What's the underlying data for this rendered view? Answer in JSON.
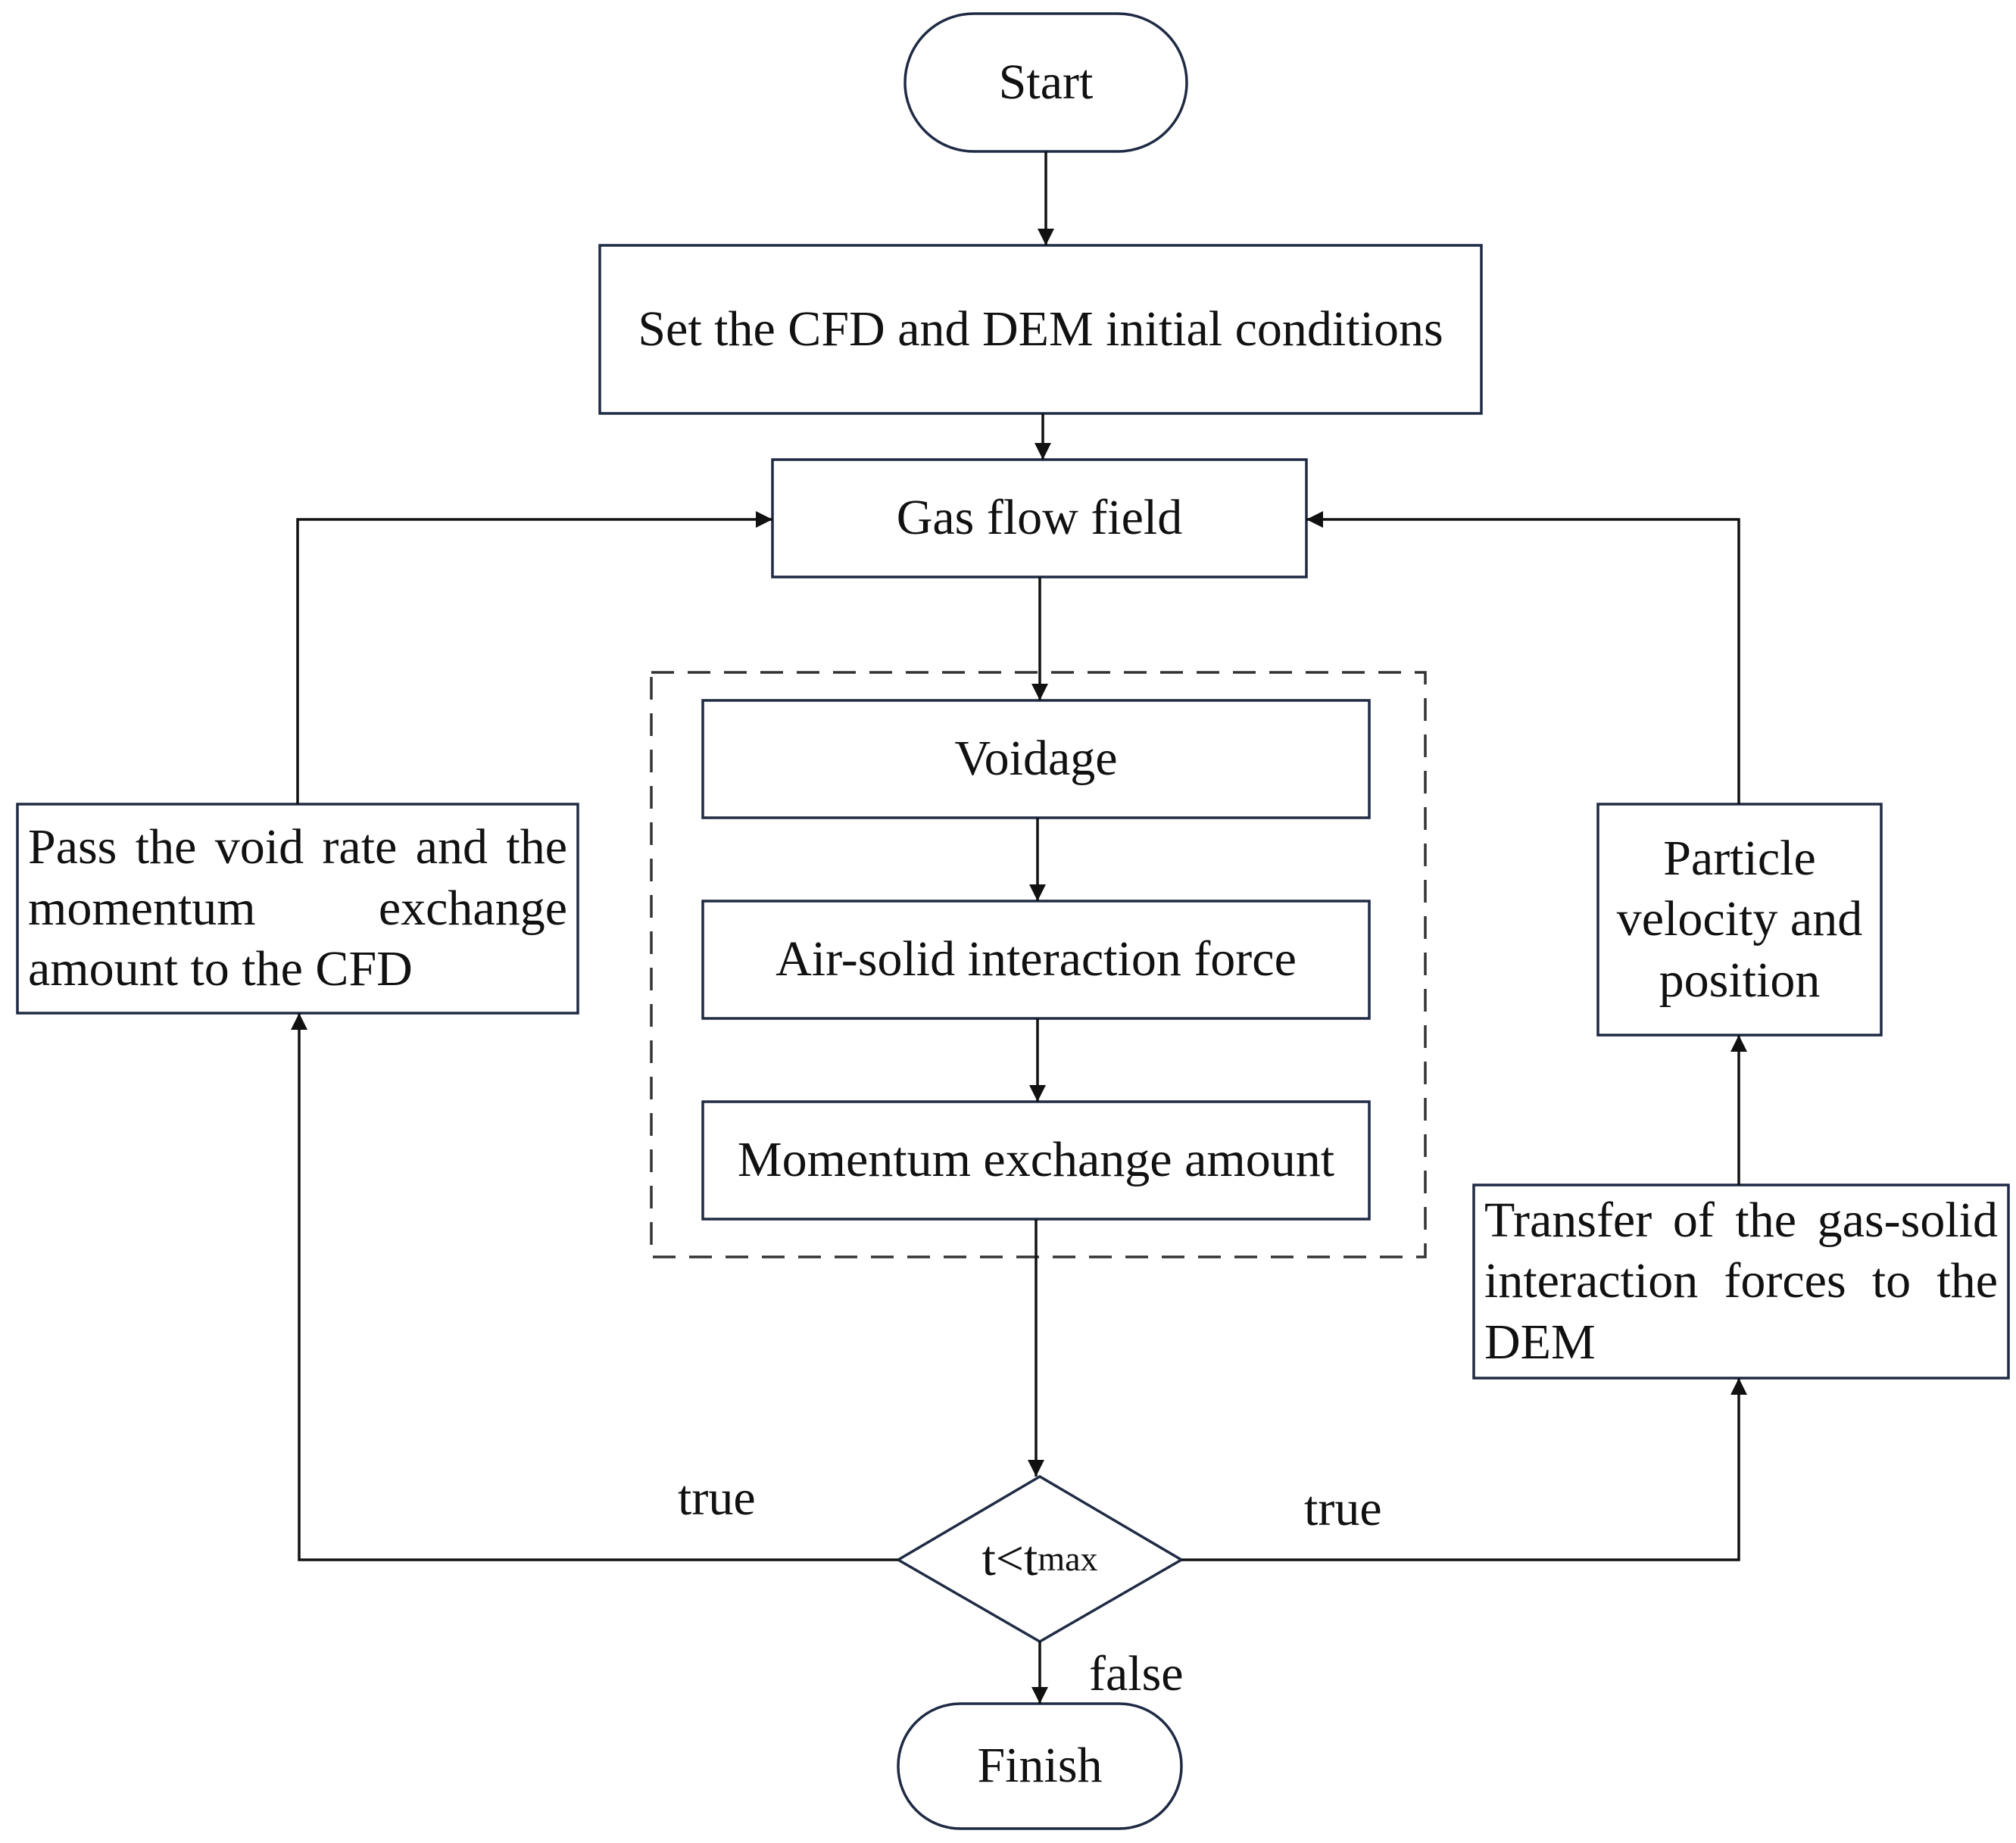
{
  "nodes": {
    "start": "Start",
    "init": "Set the CFD and DEM initial conditions",
    "gas_flow": "Gas flow field",
    "voidage": "Voidage",
    "air_solid": "Air-solid interaction force",
    "momentum": "Momentum exchange amount",
    "pass_void": "Pass the void rate and the momentum exchange amount to the CFD",
    "particle": "Particle velocity and position",
    "transfer": "Transfer of the gas-solid interaction forces to the DEM",
    "decision_main": "t<t",
    "decision_sub": "max",
    "finish": "Finish"
  },
  "labels": {
    "true_left": "true",
    "true_right": "true",
    "false": "false"
  }
}
